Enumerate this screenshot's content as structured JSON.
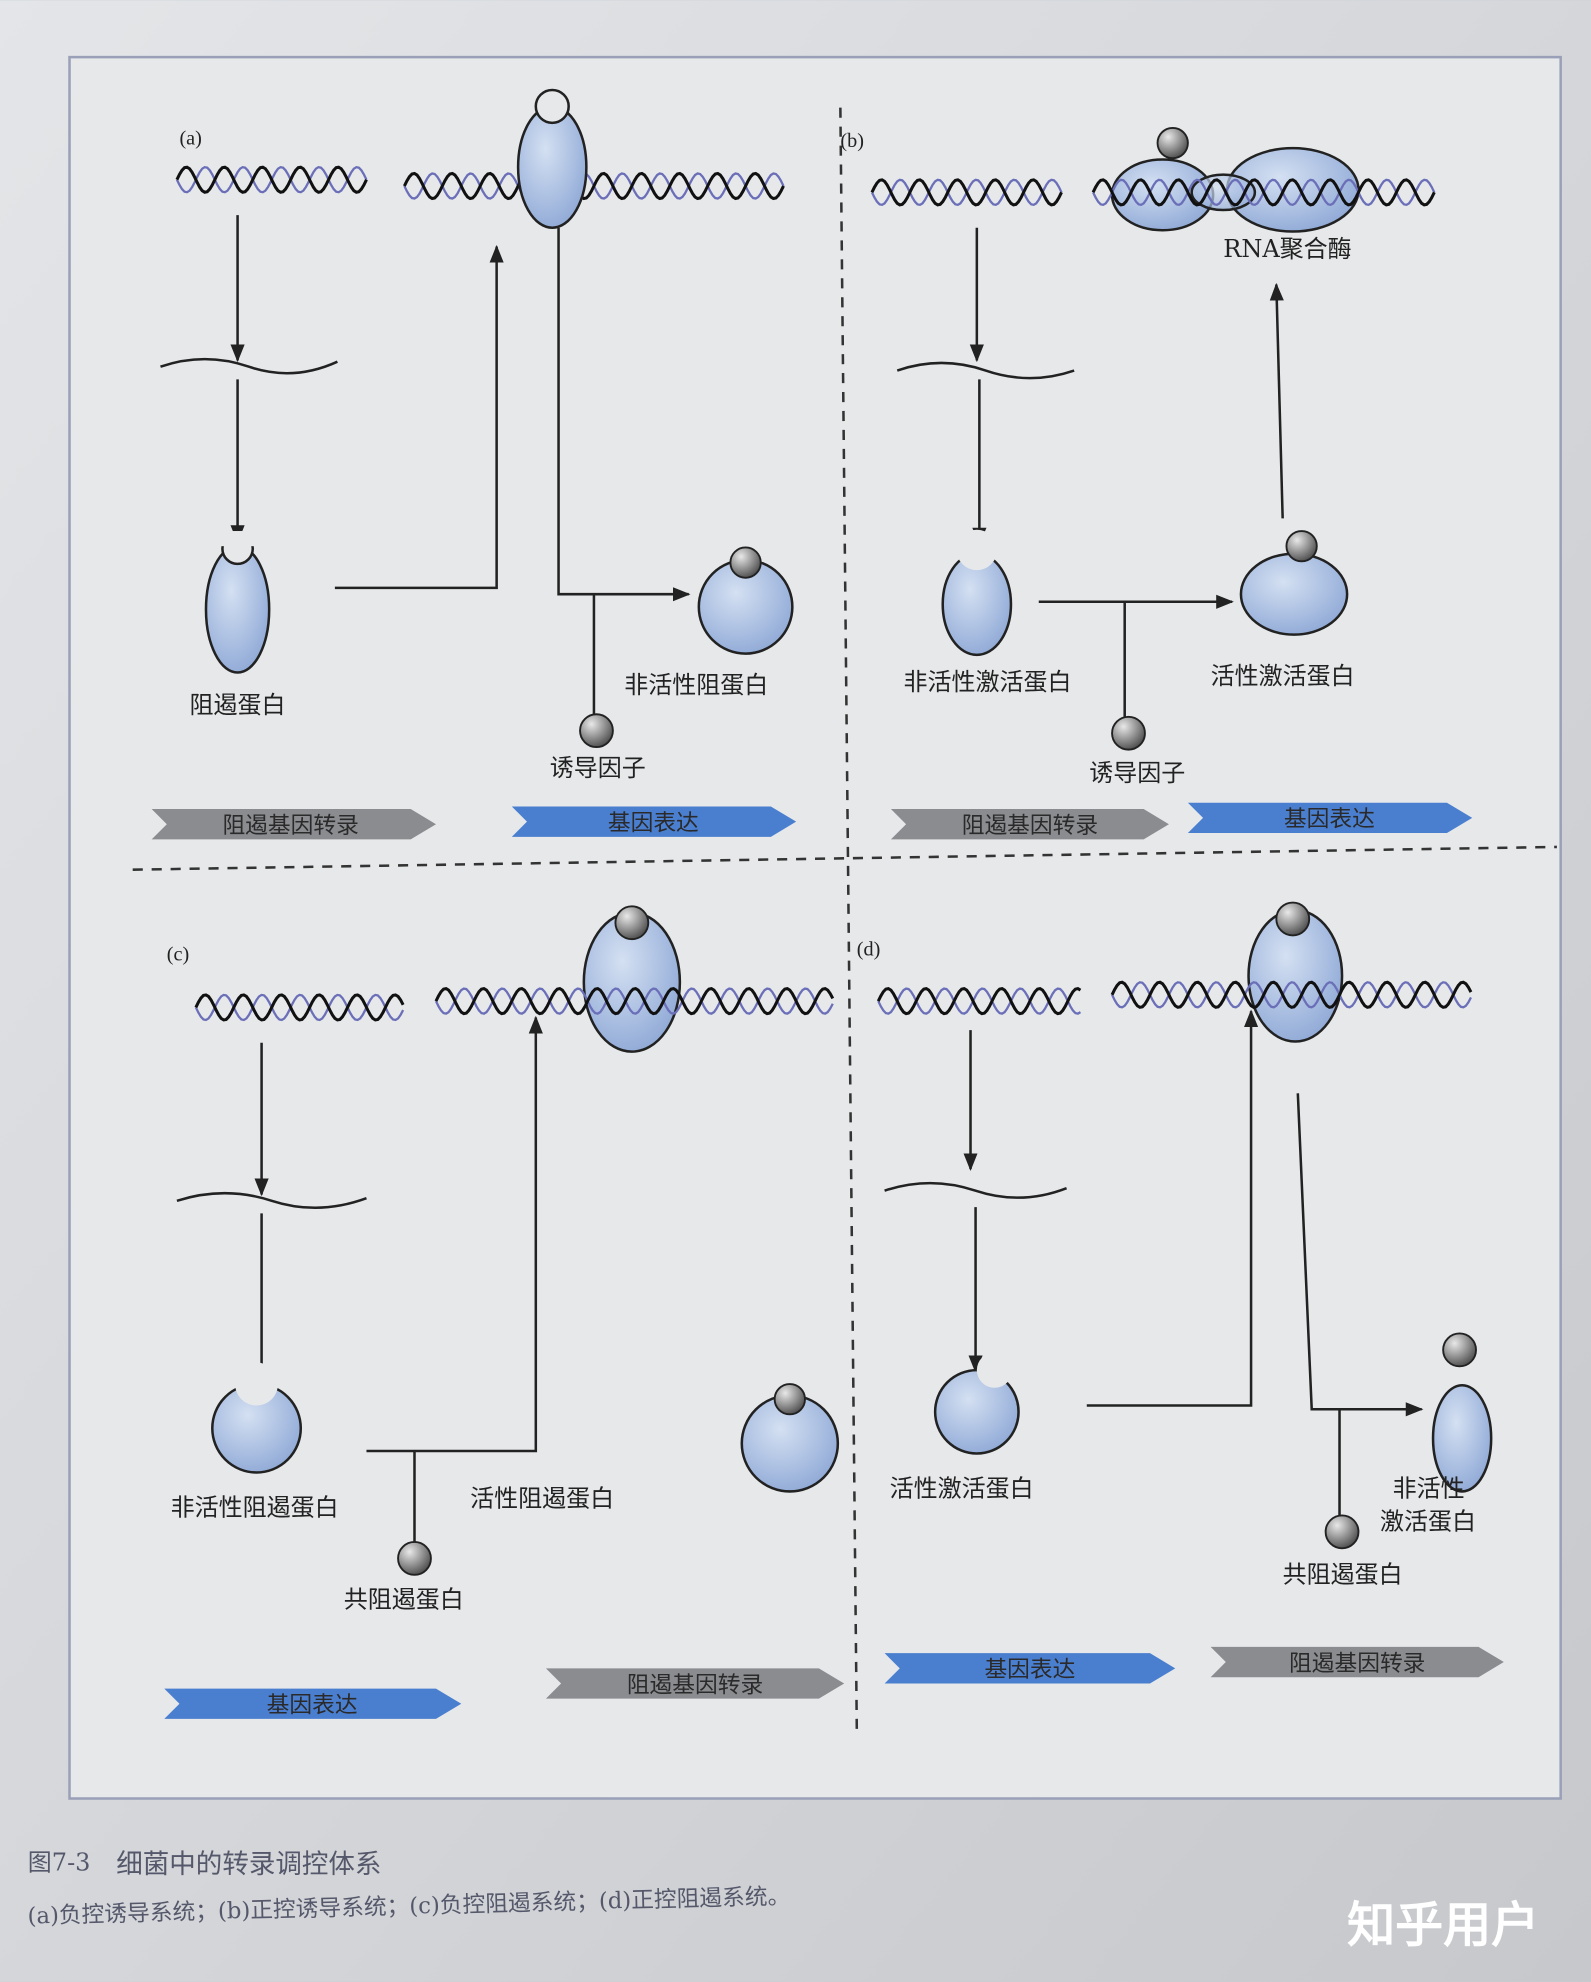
{
  "figure": {
    "number": "图7-3",
    "title": "细菌中的转录调控体系",
    "subcaption": "(a)负控诱导系统；(b)正控诱导系统；(c)负控阻遏系统；(d)正控阻遏系统。"
  },
  "panels": {
    "a": {
      "tag": "(a)",
      "repressor": "阻遏蛋白",
      "inducer": "诱导因子",
      "inactive_repressor": "非活性阻蛋白",
      "arrow_gray": "阻遏基因转录",
      "arrow_blue": "基因表达"
    },
    "b": {
      "tag": "(b)",
      "rna_polymerase": "RNA聚合酶",
      "inactive_activator": "非活性激活蛋白",
      "inducer": "诱导因子",
      "active_activator": "活性激活蛋白",
      "arrow_gray": "阻遏基因转录",
      "arrow_blue": "基因表达"
    },
    "c": {
      "tag": "(c)",
      "inactive_repressor": "非活性阻遏蛋白",
      "corepressor": "共阻遏蛋白",
      "active_repressor": "活性阻遏蛋白",
      "arrow_blue": "基因表达",
      "arrow_gray": "阻遏基因转录"
    },
    "d": {
      "tag": "(d)",
      "active_activator": "活性激活蛋白",
      "corepressor": "共阻遏蛋白",
      "inactive_activator_1": "非活性",
      "inactive_activator_2": "激活蛋白",
      "arrow_blue": "基因表达",
      "arrow_gray": "阻遏基因转录"
    }
  },
  "watermark": "知乎用户",
  "colors": {
    "protein": "#a9bfe0",
    "arrow_blue": "#4a7fd0",
    "arrow_gray": "#8a8c90",
    "dna_blue": "#6b6fb8"
  }
}
